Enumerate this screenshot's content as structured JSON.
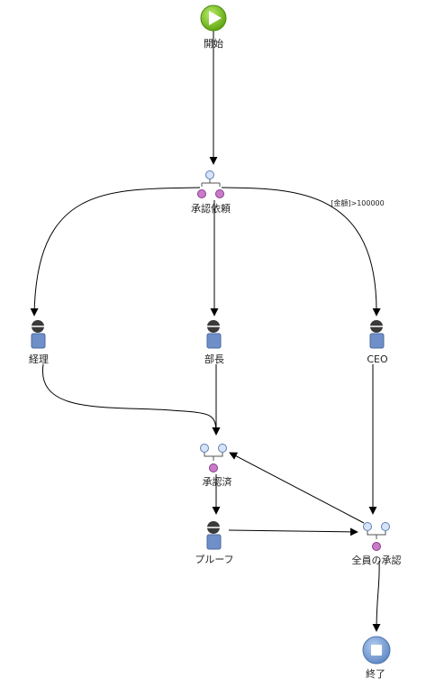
{
  "nodes": {
    "start": {
      "label": "開始"
    },
    "request": {
      "label": "承認依頼"
    },
    "keiri": {
      "label": "経理"
    },
    "bucho": {
      "label": "部長"
    },
    "ceo": {
      "label": "CEO"
    },
    "approved": {
      "label": "承認済"
    },
    "proof": {
      "label": "プルーフ"
    },
    "all_approved": {
      "label": "全員の承認"
    },
    "end": {
      "label": "終了"
    }
  },
  "edges": {
    "request_to_ceo_condition": "[金額]>100000"
  },
  "colors": {
    "start_fill": "#7dc31f",
    "end_fill": "#7aa0d6",
    "person_body": "#6f8fc8",
    "person_head": "#3a3a3a",
    "gateway_port": "#d7e4f7",
    "gateway_out": "#c87cc8",
    "line": "#000000"
  }
}
